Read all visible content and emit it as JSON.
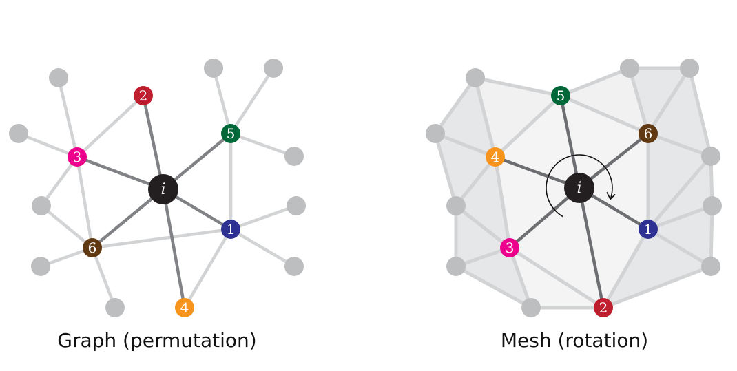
{
  "captions": {
    "graph": "Graph (permutation)",
    "mesh": "Mesh (rotation)"
  },
  "center_label": "i",
  "colors": {
    "n1": "#2e3192",
    "n2": "#be1e2d",
    "n3": "#ec008c",
    "n4": "#f7941d",
    "n5": "#006838",
    "n6": "#603913",
    "center": "#231f20",
    "gray_node": "#bcbec0",
    "light_edge": "#d1d3d4",
    "dark_edge": "#808285",
    "mesh_face_dark": "#e6e7e8",
    "mesh_face_light": "#f1f1f2"
  },
  "graph": {
    "labels": {
      "n1": "1",
      "n2": "2",
      "n3": "3",
      "n4": "4",
      "n5": "5",
      "n6": "6"
    }
  },
  "mesh": {
    "labels": {
      "n1": "1",
      "n2": "2",
      "n3": "3",
      "n4": "4",
      "n5": "5",
      "n6": "6"
    }
  }
}
